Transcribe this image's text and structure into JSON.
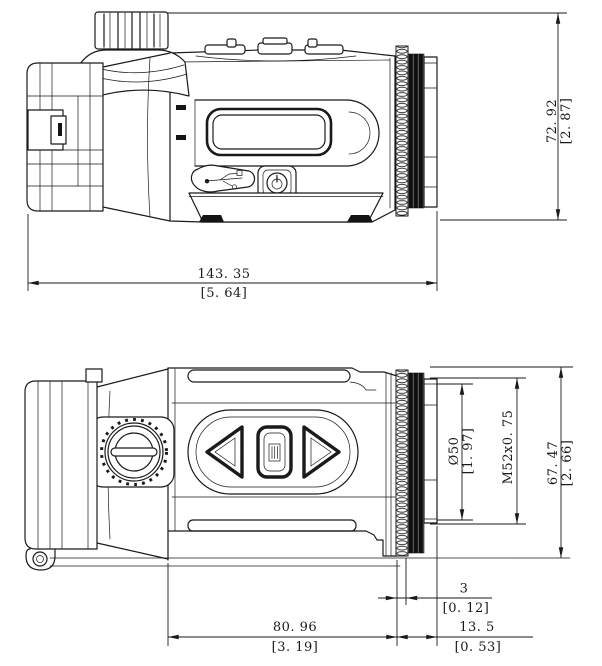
{
  "colors": {
    "line": "#1a1a1a",
    "background": "#ffffff"
  },
  "dims": {
    "overall_length_mm": "143. 35",
    "overall_length_in": "[5. 64]",
    "overall_height_mm": "72. 92",
    "overall_height_in": "[2. 87]",
    "body_length_mm": "80. 96",
    "body_length_in": "[3. 19]",
    "adapter_length_mm": "13. 5",
    "adapter_length_in": "[0. 53]",
    "ring_width_mm": "3",
    "ring_width_in": "[0. 12]",
    "overall_width_mm": "67. 47",
    "overall_width_in": "[2. 66]",
    "objective_dia_mm": "Ø50",
    "objective_dia_in": "[1. 97]",
    "thread_spec": "M52x0. 75"
  }
}
